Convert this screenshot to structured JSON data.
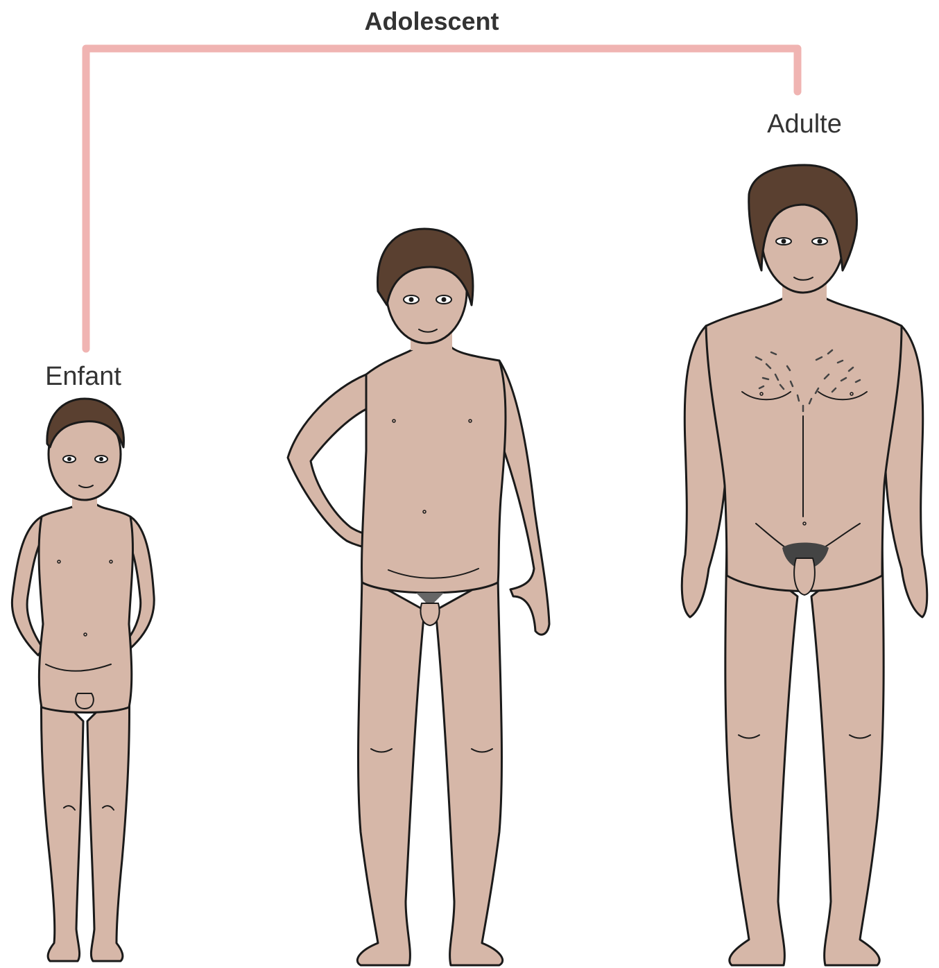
{
  "title": "Adolescent",
  "stages": [
    {
      "label": "Enfant"
    },
    {
      "label": "Adulte"
    }
  ],
  "colors": {
    "bracket": "#f0b4b2",
    "skin": "#d6b7a8",
    "outline": "#1a1a1a",
    "hair": "#5a4030",
    "body_hair": "#444444"
  }
}
